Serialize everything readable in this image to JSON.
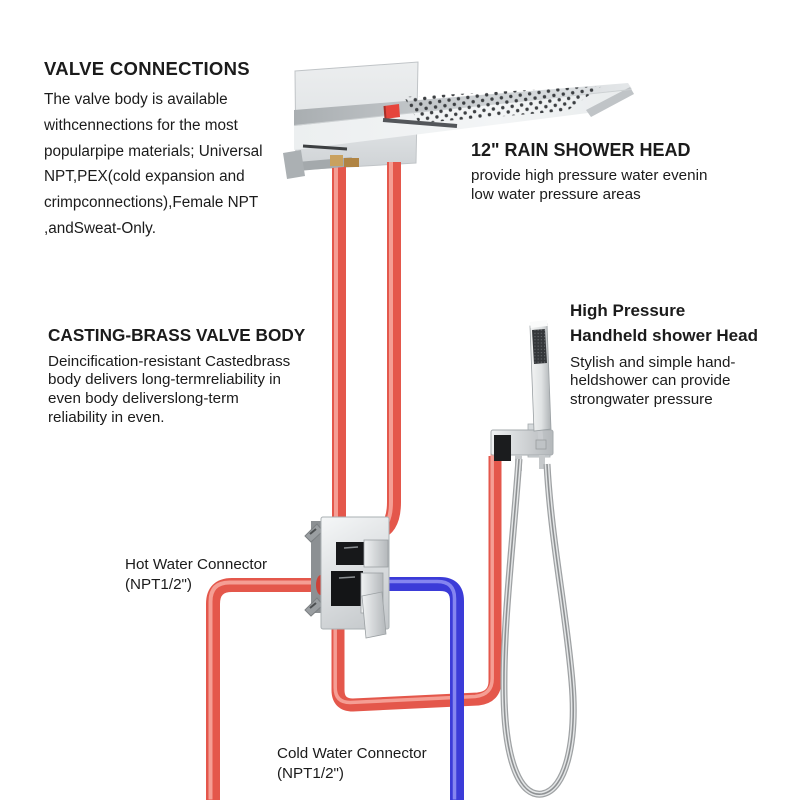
{
  "annotations": {
    "valve_connections": {
      "title": "VALVE CONNECTIONS",
      "body_lines": [
        "The valve body is available",
        "withcennections for the most",
        "popularpipe materials; Universal",
        "NPT,PEX(cold expansion and",
        "crimpconnections),Female NPT",
        ",andSweat-Only."
      ]
    },
    "rain_shower_head": {
      "title": "12\" RAIN SHOWER HEAD",
      "body_lines": [
        "provide high pressure water evenin",
        "low water pressure areas"
      ]
    },
    "valve_body": {
      "title": "CASTING-BRASS VALVE BODY",
      "body_lines": [
        "Deincification-resistant Castedbrass",
        "body delivers long-termreliability in",
        "even body deliverslong-term",
        "reliability in even."
      ]
    },
    "handheld_shower": {
      "title_lines": [
        "High Pressure",
        "Handheld shower Head"
      ],
      "body_lines": [
        "Stylish and simple hand-",
        "heldshower can provide",
        "strongwater pressure"
      ]
    },
    "hot_connector": {
      "label_lines": [
        "Hot Water Connector",
        "(NPT1/2\")"
      ]
    },
    "cold_connector": {
      "label_lines": [
        "Cold Water Connector",
        "(NPT1/2\")"
      ]
    }
  },
  "colors": {
    "hot_pipe": "#e4574b",
    "hot_pipe_highlight": "#f59e94",
    "cold_pipe": "#3b3bd8",
    "cold_pipe_highlight": "#8585f0",
    "text": "#1b1b1b"
  }
}
